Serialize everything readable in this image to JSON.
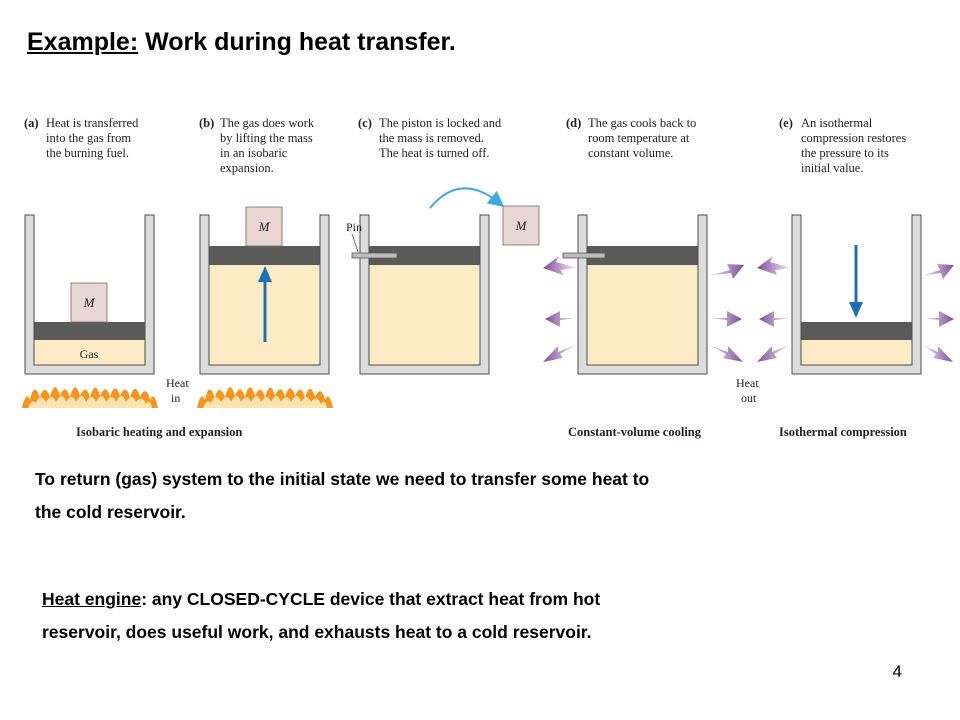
{
  "title": {
    "term": "Example:",
    "rest": " Work during heat transfer."
  },
  "diagram": {
    "panels": [
      {
        "letter": "(a)",
        "lines": [
          "Heat is transferred",
          "into the gas from",
          "the burning fuel."
        ]
      },
      {
        "letter": "(b)",
        "lines": [
          "The gas does work",
          "by lifting the mass",
          "in an isobaric",
          "expansion."
        ]
      },
      {
        "letter": "(c)",
        "lines": [
          "The piston is locked and",
          "the mass is removed.",
          "The heat is turned off."
        ]
      },
      {
        "letter": "(d)",
        "lines": [
          "The gas cools back to",
          "room temperature at",
          "constant volume."
        ]
      },
      {
        "letter": "(e)",
        "lines": [
          "An isothermal",
          "compression restores",
          "the pressure to its",
          "initial value."
        ]
      }
    ],
    "labels": {
      "mass": "M",
      "gas": "Gas",
      "pin": "Pin",
      "heat_in": [
        "Heat",
        "in"
      ],
      "heat_out": [
        "Heat",
        "out"
      ]
    },
    "processes": [
      "Isobaric heating and expansion",
      "Constant-volume cooling",
      "Isothermal compression"
    ],
    "colors": {
      "gas": "#fcebc4",
      "wall": "#dcdcdc",
      "wall_stroke": "#4d4d4d",
      "piston": "#5a5a5a",
      "mass": "#e8d6d4",
      "up_arrow": "#1f6fb7",
      "transfer_arrow": "#3fa9e0",
      "heat_out_arrow": "#7b3f98",
      "flame": "#f7941d"
    }
  },
  "para1": {
    "line1": "To return (gas) system to the initial state we need to transfer some heat to",
    "line2": "the cold reservoir."
  },
  "para2": {
    "term": "Heat engine",
    "line1_rest": ": any CLOSED-CYCLE device that extract heat from hot",
    "line2": "reservoir, does useful work, and exhausts heat to a cold reservoir."
  },
  "page_number": "4"
}
